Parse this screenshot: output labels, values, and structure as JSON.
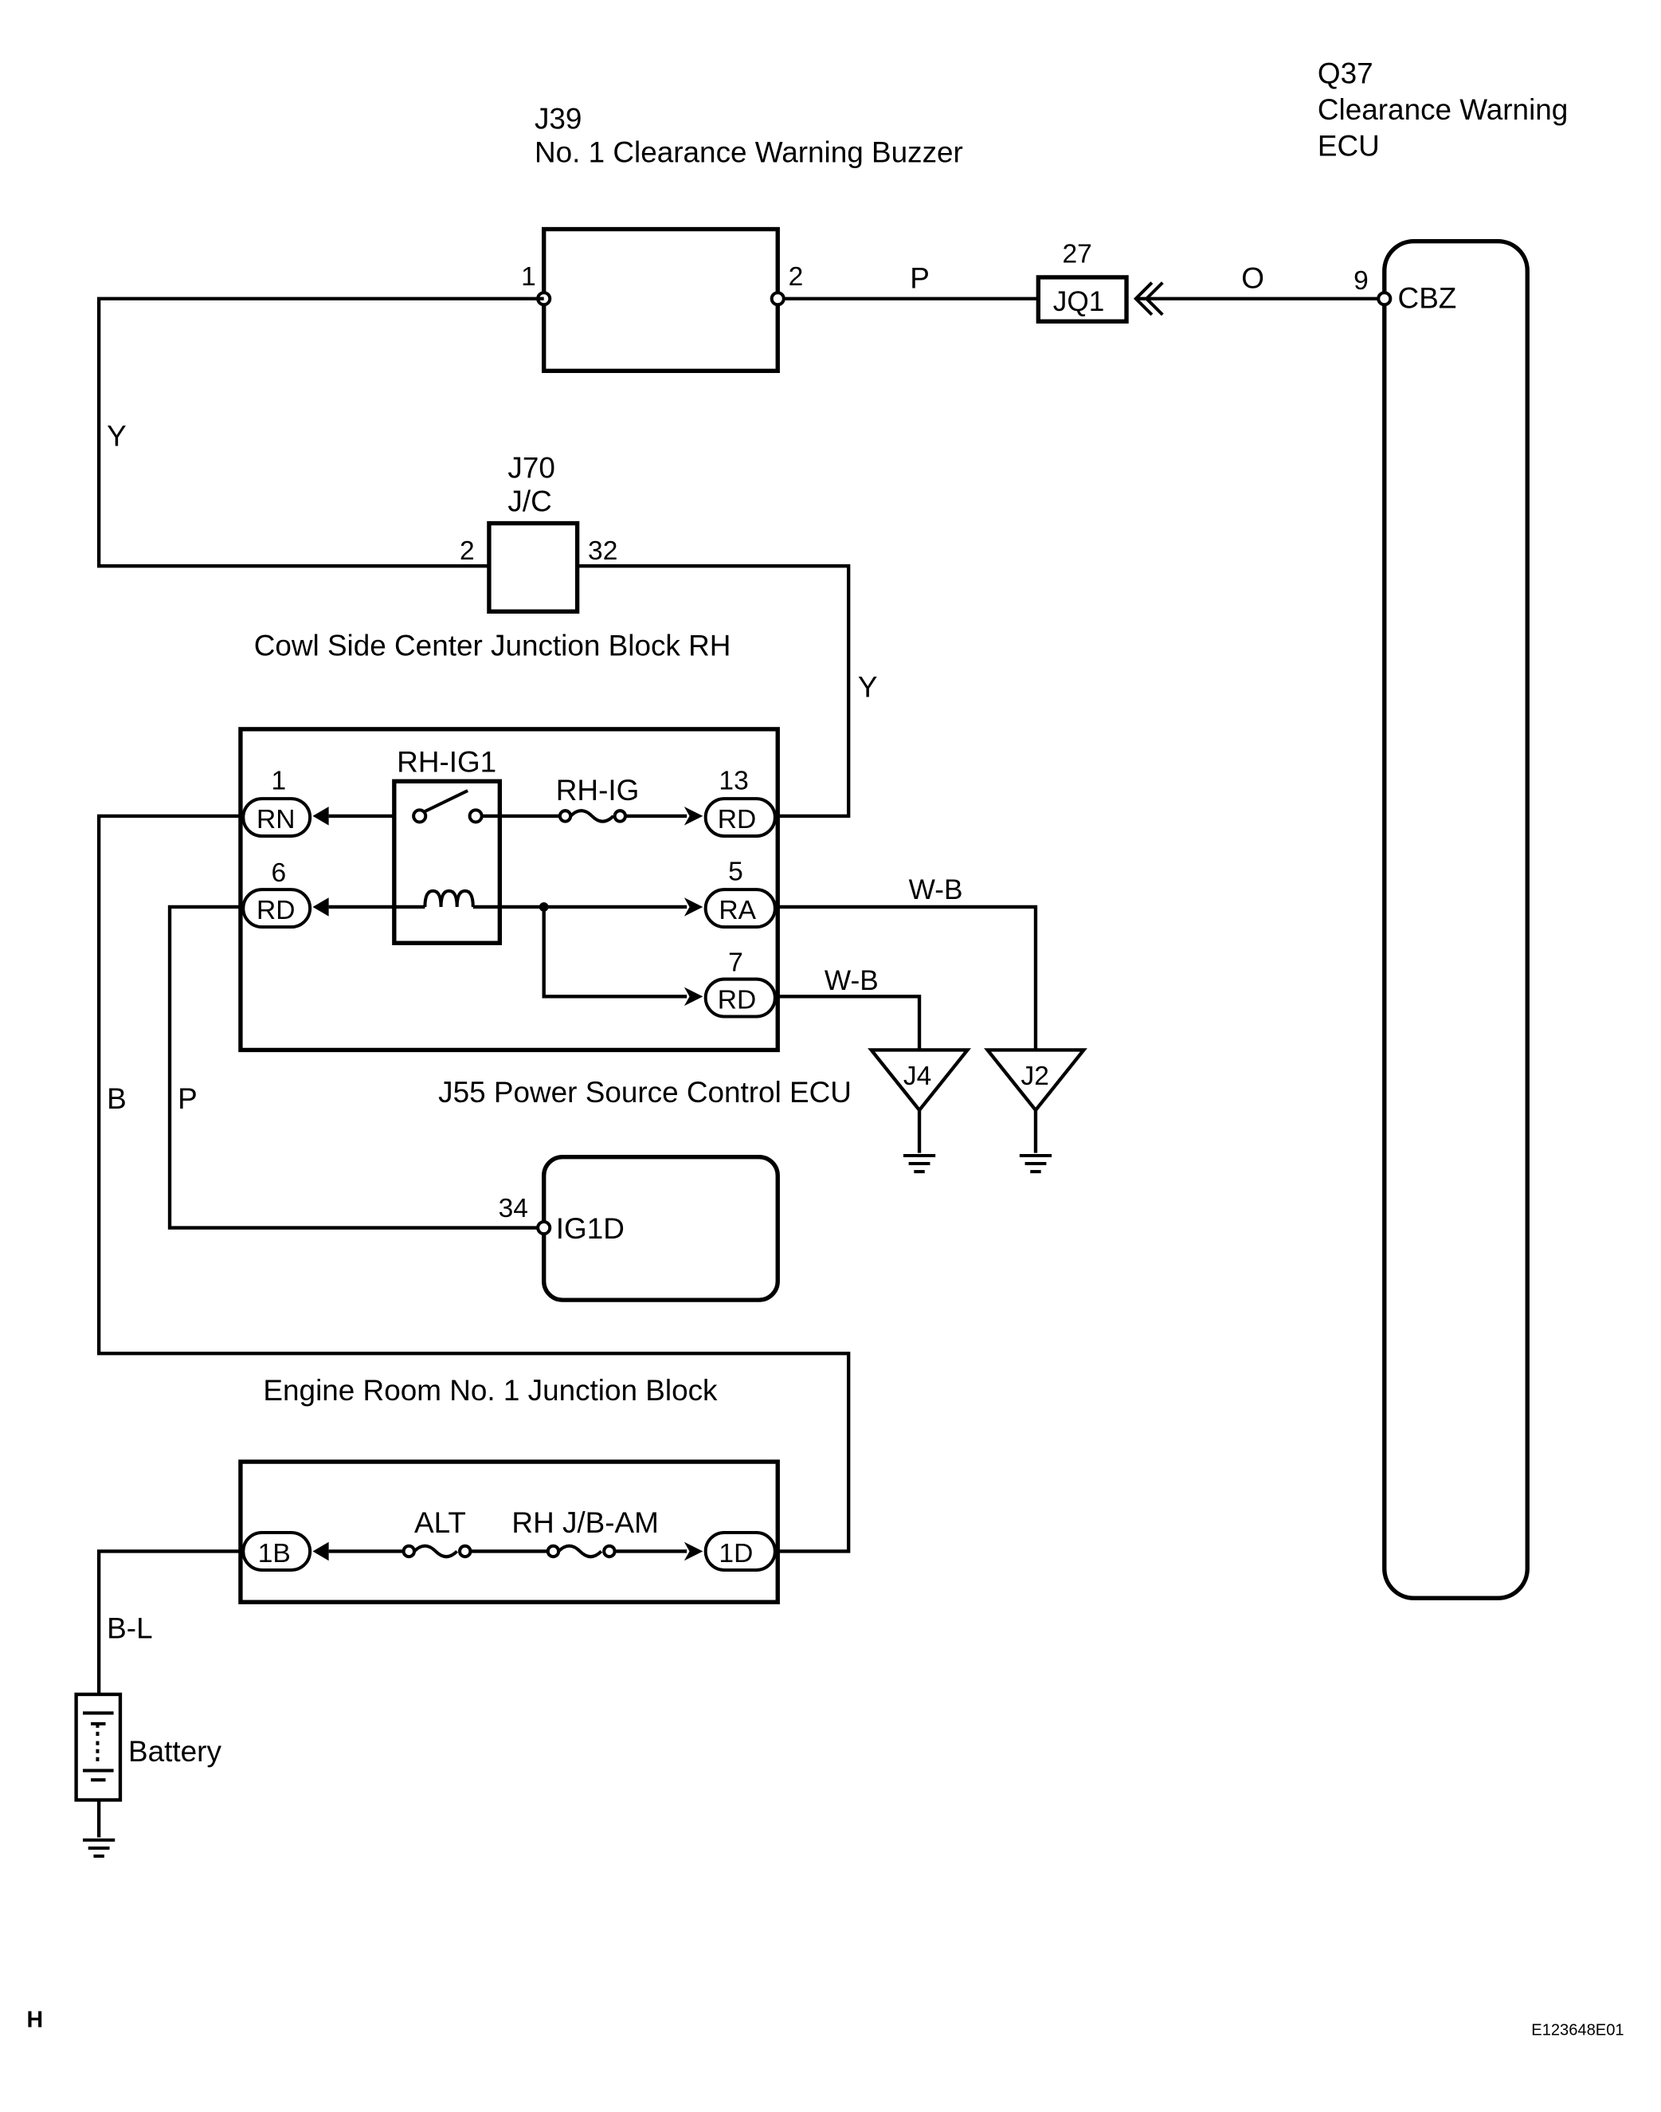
{
  "buzzer": {
    "id": "J39",
    "name": "No. 1 Clearance Warning Buzzer",
    "pin1": "1",
    "pin2": "2"
  },
  "ecu": {
    "id": "Q37",
    "name_line1": "Clearance Warning",
    "name_line2": "ECU",
    "pin": "9",
    "terminal": "CBZ"
  },
  "connector": {
    "number": "27",
    "label": "JQ1"
  },
  "jc": {
    "id": "J70",
    "name": "J/C",
    "pin_left": "2",
    "pin_right": "32",
    "block_name": "Cowl Side Center Junction Block RH"
  },
  "wires": {
    "buzzer_to_connector": "P",
    "connector_to_ecu": "O",
    "left_buzzer": "Y",
    "jc_to_rd13": "Y",
    "ra_to_j2": "W-B",
    "rd7_to_j4": "W-B",
    "left_battery_feed": "B",
    "rd6_to_ig1d": "P",
    "battery_feed": "B-L"
  },
  "power_ecu": {
    "name": "J55 Power Source Control ECU",
    "relay_label": "RH-IG1",
    "fuse_label": "RH-IG",
    "pins": {
      "rn": {
        "num": "1",
        "label": "RN"
      },
      "rd6": {
        "num": "6",
        "label": "RD"
      },
      "rd13": {
        "num": "13",
        "label": "RD"
      },
      "ra": {
        "num": "5",
        "label": "RA"
      },
      "rd7": {
        "num": "7",
        "label": "RD"
      }
    }
  },
  "grounds": {
    "j4": "J4",
    "j2": "J2"
  },
  "ig1d_box": {
    "pin": "34",
    "terminal": "IG1D"
  },
  "engine_block": {
    "name": "Engine Room No. 1 Junction Block",
    "fuse1": "ALT",
    "fuse2": "RH J/B-AM",
    "pin_left": "1B",
    "pin_right": "1D"
  },
  "battery": {
    "label": "Battery"
  },
  "footer": {
    "left": "H",
    "right": "E123648E01"
  }
}
